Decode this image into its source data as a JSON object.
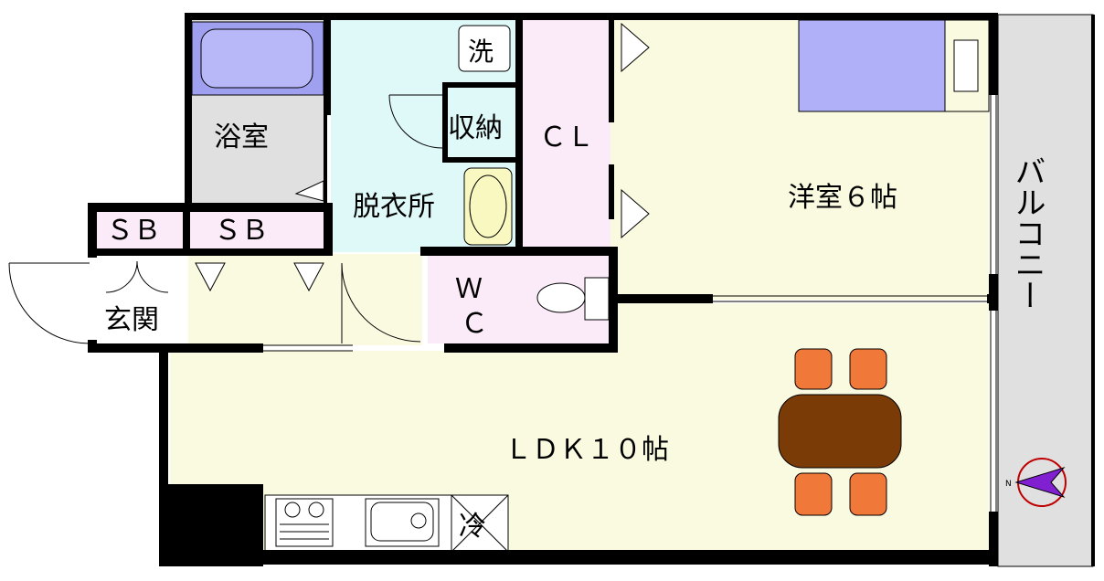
{
  "labels": {
    "bath": "浴室",
    "washer": "洗",
    "storage": "収納",
    "closet": "ＣＬ",
    "dressing": "脱衣所",
    "western_room": "洋室６帖",
    "shoe_box_1": "ＳＢ",
    "shoe_box_2": "ＳＢ",
    "entrance": "玄関",
    "wc": "Ｗ\nＣ",
    "ldk": "ＬＤＫ１０帖",
    "fridge": "冷",
    "balcony": "バルコニー",
    "compass": "N"
  },
  "colors": {
    "wall": "#000000",
    "ldk_floor": "#fafae0",
    "western_floor": "#fafae0",
    "closet_floor": "#fbeaf8",
    "dressing_floor": "#dff8f8",
    "bath_floor": "#e0e0e0",
    "tub": "#a0a0f0",
    "bed": "#b0b0f8",
    "balcony": "#e0e0e0",
    "table": "#7a3b06",
    "chair": "#f07838",
    "compass": "#8020d0"
  },
  "icons": {
    "bathtub": "bathtub-icon",
    "toilet": "toilet-icon",
    "sink": "washbasin-icon",
    "stove": "stove-icon",
    "kitchen_sink": "kitchen-sink-icon",
    "compass": "compass-icon"
  }
}
